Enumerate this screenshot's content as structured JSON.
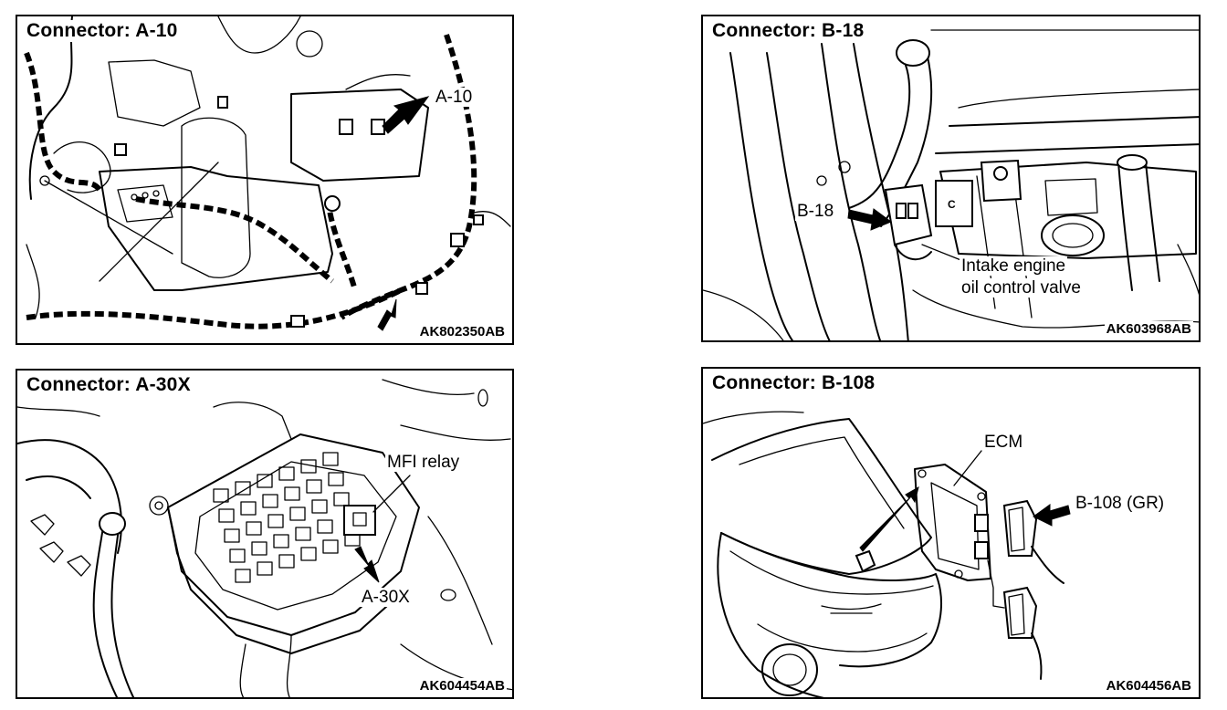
{
  "panels": [
    {
      "title": "Connector: A-10",
      "code": "AK802350AB",
      "callouts": [
        "A-10"
      ]
    },
    {
      "title": "Connector: B-18",
      "code": "AK603968AB",
      "callouts": [
        "B-18",
        "Intake engine",
        "oil control valve"
      ]
    },
    {
      "title": "Connector: A-30X",
      "code": "AK604454AB",
      "callouts": [
        "MFI relay",
        "A-30X"
      ]
    },
    {
      "title": "Connector: B-108",
      "code": "AK604456AB",
      "callouts": [
        "ECM",
        "B-108 (GR)"
      ]
    }
  ]
}
